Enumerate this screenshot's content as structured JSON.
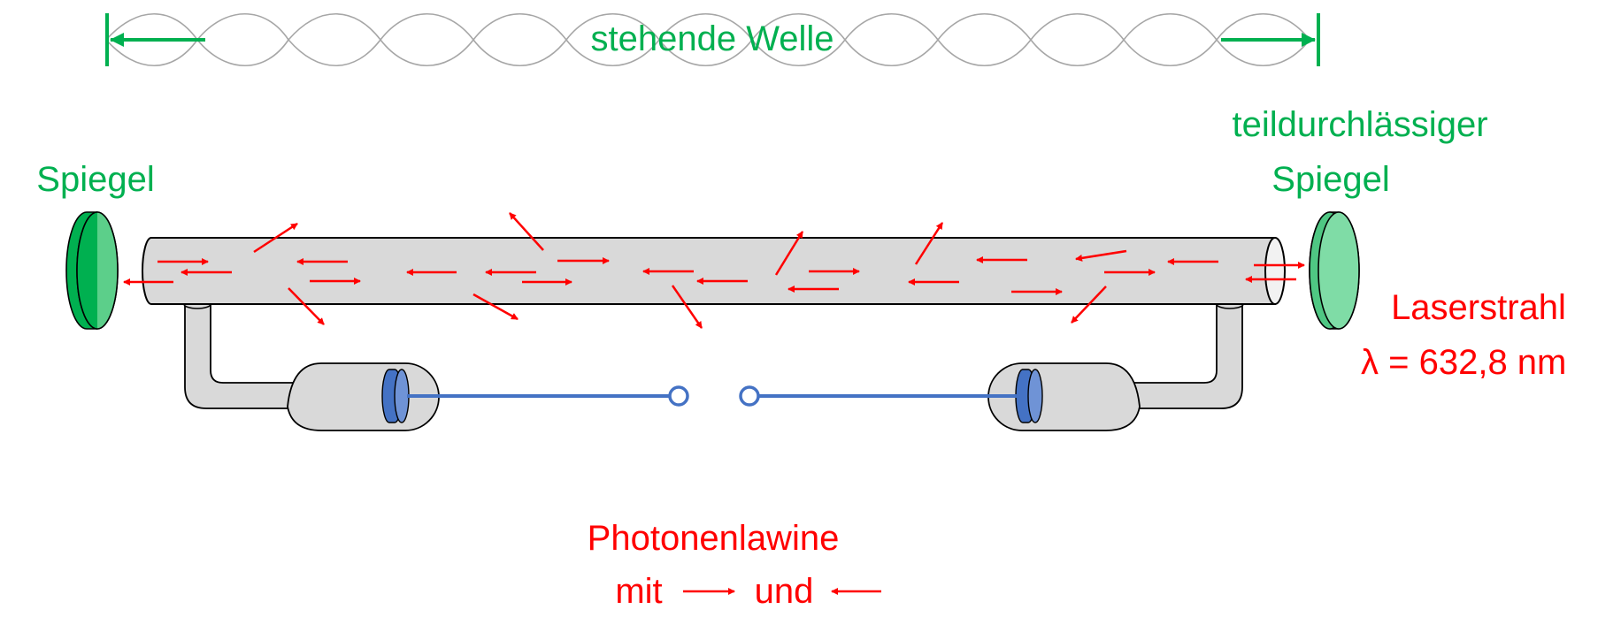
{
  "labels": {
    "standing_wave": "stehende Welle",
    "mirror_left": "Spiegel",
    "mirror_right_line1": "teildurchlässiger",
    "mirror_right_line2": "Spiegel",
    "laser_line1": "Laserstrahl",
    "laser_line2": "λ = 632,8 nm",
    "avalanche_line1": "Photonenlawine",
    "avalanche_mit": "mit",
    "avalanche_und": "und"
  },
  "colors": {
    "green_text": "#00b050",
    "red": "#ff0000",
    "tube_fill": "#d9d9d9",
    "electrode_blue": "#4472c4",
    "mirror_left": "#00b050",
    "mirror_right": "#4fc783",
    "wave": "#a6a6a6"
  }
}
